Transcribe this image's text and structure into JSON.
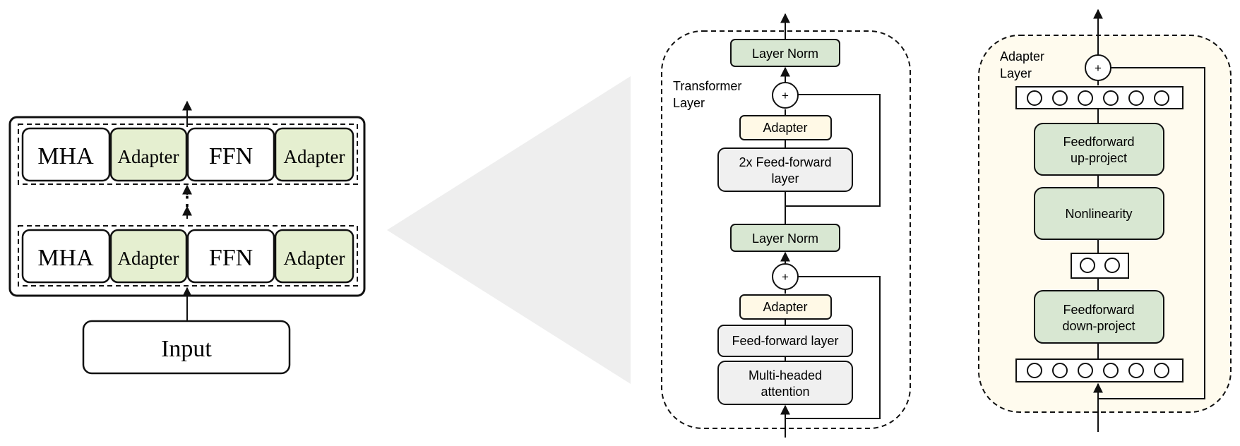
{
  "left_stack": {
    "blocks_top": [
      "MHA",
      "Adapter",
      "FFN",
      "Adapter"
    ],
    "blocks_bottom": [
      "MHA",
      "Adapter",
      "FFN",
      "Adapter"
    ],
    "ellipsis": "⋮",
    "input_label": "Input"
  },
  "transformer_layer": {
    "title_line1": "Transformer",
    "title_line2": "Layer",
    "layer_norm_top": "Layer Norm",
    "adapter_top": "Adapter",
    "ffn_2x_line1": "2x Feed-forward",
    "ffn_2x_line2": "layer",
    "layer_norm_bottom": "Layer Norm",
    "adapter_bottom": "Adapter",
    "ffn_layer": "Feed-forward layer",
    "mha_line1": "Multi-headed",
    "mha_line2": "attention",
    "plus_symbol": "+"
  },
  "adapter_layer": {
    "title_line1": "Adapter",
    "title_line2": "Layer",
    "up_line1": "Feedforward",
    "up_line2": "up-project",
    "nonlinearity": "Nonlinearity",
    "down_line1": "Feedforward",
    "down_line2": "down-project",
    "plus_symbol": "+"
  },
  "colors": {
    "adapter_green": "#e5efd0",
    "norm_green": "#d8e7d2",
    "adapter_cream": "#fff9e6",
    "gray_box": "#f0f0f0",
    "panel_bg": "#fffbee",
    "wedge": "#eeeeee"
  }
}
